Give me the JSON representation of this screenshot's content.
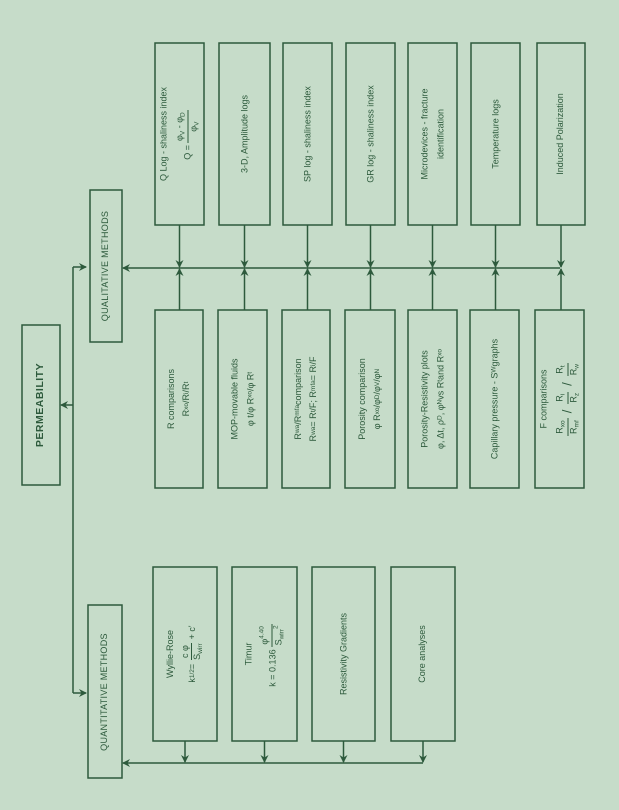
{
  "colors": {
    "background": "#c6dcc9",
    "ink": "#2d5a3c"
  },
  "root": {
    "label": "PERMEABILITY"
  },
  "qualitative": {
    "label": "QUALITATIVE METHODS",
    "outer": [
      {
        "lines": [
          {
            "t": [
              "Q Log - shaliness index"
            ]
          },
          {
            "frac": {
              "pre": [
                "Q = "
              ],
              "num": [
                "φ",
                {
                  "sub": "V"
                },
                " - φ",
                {
                  "sub": "D"
                }
              ],
              "den": [
                "φ",
                {
                  "sub": "V"
                }
              ]
            }
          }
        ]
      },
      {
        "lines": [
          {
            "t": [
              "3-D, Amplitude logs"
            ]
          }
        ]
      },
      {
        "lines": [
          {
            "t": [
              "SP log - shaliness index"
            ]
          }
        ]
      },
      {
        "lines": [
          {
            "t": [
              "GR log - shaliness index"
            ]
          }
        ]
      },
      {
        "lines": [
          {
            "t": [
              "Microdevices - fracture"
            ]
          },
          {
            "t": [
              "identification"
            ]
          }
        ]
      },
      {
        "lines": [
          {
            "t": [
              "Temperature logs"
            ]
          }
        ]
      },
      {
        "lines": [
          {
            "t": [
              "Induced Polarization"
            ]
          }
        ]
      }
    ],
    "inner": [
      {
        "lines": [
          {
            "t": [
              "R comparisons"
            ]
          },
          {
            "t": [
              "R",
              {
                "sub": "xo"
              },
              "/R",
              {
                "sub": "i"
              },
              "/R",
              {
                "sub": "t"
              }
            ]
          }
        ]
      },
      {
        "lines": [
          {
            "t": [
              "MOP-movable fluids"
            ]
          },
          {
            "t": [
              "φ t/φ R",
              {
                "sub": "xo"
              },
              "/φ R",
              {
                "sub": "t"
              }
            ]
          }
        ]
      },
      {
        "lines": [
          {
            "t": [
              "R",
              {
                "sub": "wa"
              },
              "/R",
              {
                "sub": "mfa"
              },
              " comparison"
            ]
          },
          {
            "t": [
              "R",
              {
                "sub": "wa"
              },
              " = R",
              {
                "sub": "t"
              },
              "/F; R",
              {
                "sub": "mfa"
              },
              " = R",
              {
                "sub": "i"
              },
              "/F"
            ]
          }
        ]
      },
      {
        "lines": [
          {
            "t": [
              "Porosity comparison"
            ]
          },
          {
            "t": [
              "φ R",
              {
                "sub": "xo"
              },
              "/φ",
              {
                "sub": "D"
              },
              "/φ",
              {
                "sub": "V"
              },
              "/φ",
              {
                "sub": "N"
              }
            ]
          }
        ]
      },
      {
        "lines": [
          {
            "t": [
              "Porosity-Resistivity plots"
            ]
          },
          {
            "t": [
              "φ, Δt, ρ",
              {
                "sub": "D"
              },
              ", φ",
              {
                "sub": "N"
              },
              "  vs  R",
              {
                "sub": "t"
              },
              " and R",
              {
                "sub": "xo"
              }
            ]
          }
        ]
      },
      {
        "lines": [
          {
            "t": [
              "Capillary pressure - S",
              {
                "sub": "W"
              },
              " graphs"
            ]
          }
        ]
      },
      {
        "lines": [
          {
            "t": [
              "F comparisons"
            ]
          },
          {
            "fracs": [
              {
                "num": [
                  "R",
                  {
                    "sub": "xo"
                  }
                ],
                "den": [
                  "R",
                  {
                    "sub": "mf"
                  }
                ]
              },
              {
                "num": [
                  "R",
                  {
                    "sub": "i"
                  }
                ],
                "den": [
                  "R",
                  {
                    "sub": "z"
                  }
                ]
              },
              {
                "num": [
                  "R",
                  {
                    "sub": "t"
                  }
                ],
                "den": [
                  "R",
                  {
                    "sub": "w"
                  }
                ]
              }
            ],
            "sep": "/"
          }
        ]
      }
    ]
  },
  "quantitative": {
    "label": "QUANTITATIVE METHODS",
    "items": [
      {
        "lines": [
          {
            "t": [
              "Wyllie-Rose"
            ]
          },
          {
            "frac": {
              "pre": [
                "k ",
                {
                  "sup": "1/2"
                },
                " = "
              ],
              "num": [
                "c φ"
              ],
              "den": [
                "S",
                {
                  "sub": "wirr"
                }
              ],
              "post": [
                " + c'"
              ]
            }
          }
        ]
      },
      {
        "lines": [
          {
            "t": [
              "Timur"
            ]
          },
          {
            "frac": {
              "pre": [
                "k = 0.136 "
              ],
              "num": [
                "φ",
                {
                  "sup": "4.40"
                }
              ],
              "den": [
                "S",
                {
                  "sub": "wirr"
                },
                {
                  "sup": "2"
                }
              ]
            }
          }
        ]
      },
      {
        "lines": [
          {
            "t": [
              "Resistivity Gradients"
            ]
          }
        ]
      },
      {
        "lines": [
          {
            "t": [
              "Core analyses"
            ]
          }
        ]
      }
    ]
  }
}
